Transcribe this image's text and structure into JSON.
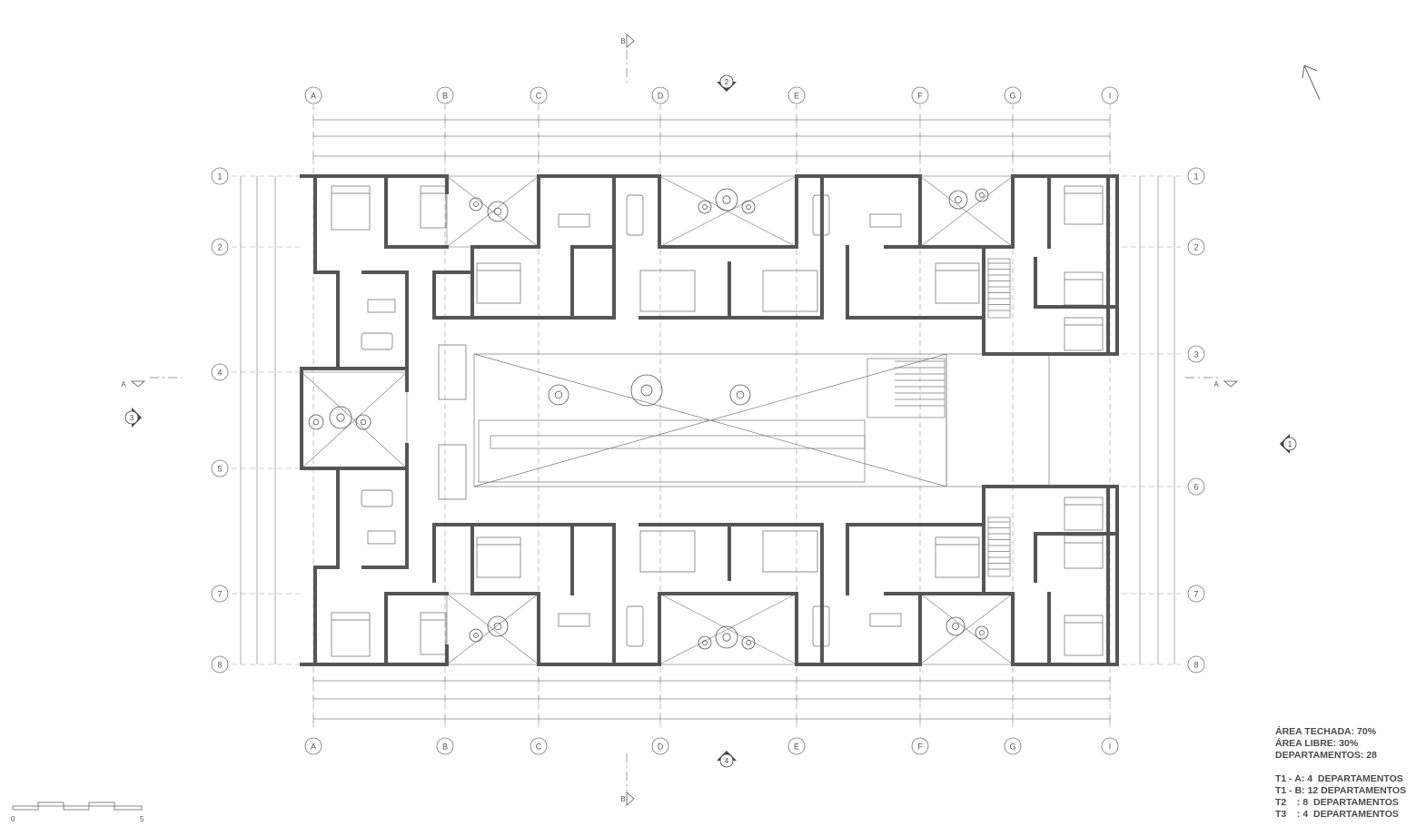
{
  "grid": {
    "columns": [
      "A",
      "B",
      "C",
      "D",
      "E",
      "F",
      "G",
      "I"
    ],
    "rows": [
      "1",
      "2",
      "3",
      "4",
      "5",
      "6",
      "7",
      "8"
    ]
  },
  "section_markers": {
    "top": "2",
    "bottom": "4",
    "left": "3",
    "right": "1",
    "cut_vertical": "B",
    "cut_horizontal": "A"
  },
  "scale_bar": {
    "start": "0",
    "end": "5"
  },
  "summary": {
    "area_techada": "ÁREA TECHADA: 70%",
    "area_libre": "ÁREA LIBRE: 30%",
    "departamentos": "DEPARTAMENTOS: 28",
    "types": [
      "T1 - A: 4  DEPARTAMENTOS",
      "T1 - B: 12 DEPARTAMENTOS",
      "T2    : 8  DEPARTAMENTOS",
      "T3    : 4  DEPARTAMENTOS"
    ]
  }
}
